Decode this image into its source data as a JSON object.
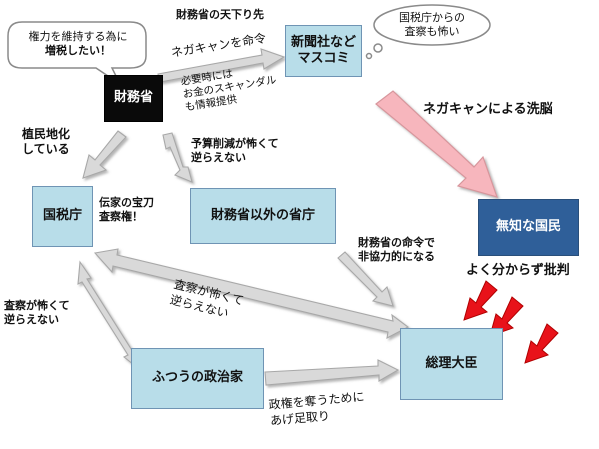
{
  "nodes": {
    "zaimusho": "財務省",
    "media": [
      "新聞社など",
      "マスコミ"
    ],
    "kokuzeicho": "国税庁",
    "other_ministries": "財務省以外の省庁",
    "public": "無知な国民",
    "politician": "ふつうの政治家",
    "prime_minister": "総理大臣"
  },
  "bubbles": {
    "zaimusho_speech": [
      "権力を維持する為に",
      "増税したい！"
    ],
    "media_thought": [
      "国税庁からの",
      "査察も怖い"
    ]
  },
  "labels": {
    "amakudari": "財務省の天下り先",
    "negative_order": "ネガキャンを命令",
    "scandal_info": [
      "必要時には",
      "お金のスキャンダル",
      "も情報提供"
    ],
    "brainwash": "ネガキャンによる洗脳",
    "colonized": [
      "植民地化",
      "している"
    ],
    "budget_cut": [
      "予算削減が怖くて",
      "逆らえない"
    ],
    "treasured_sword": [
      "伝家の宝刀",
      "査察権！"
    ],
    "non_cooperation": [
      "財務省の命令で",
      "非協力的になる"
    ],
    "criticize": "よく分からず批判",
    "audit_fear_diag": [
      "査察が怖くて",
      "逆らえない"
    ],
    "audit_fear_left": [
      "査察が怖くて",
      "逆らえない"
    ],
    "power_grab": [
      "政権を奪うために",
      "あげ足取り"
    ]
  },
  "colors": {
    "light_box": "#b8dde9",
    "dark_box": "#2f5f99",
    "black_box": "#0a0a0a",
    "grey_arrow": "#d9d9d9",
    "pink_arrow": "#f7b6bd",
    "red_arrow": "#e8121a"
  }
}
